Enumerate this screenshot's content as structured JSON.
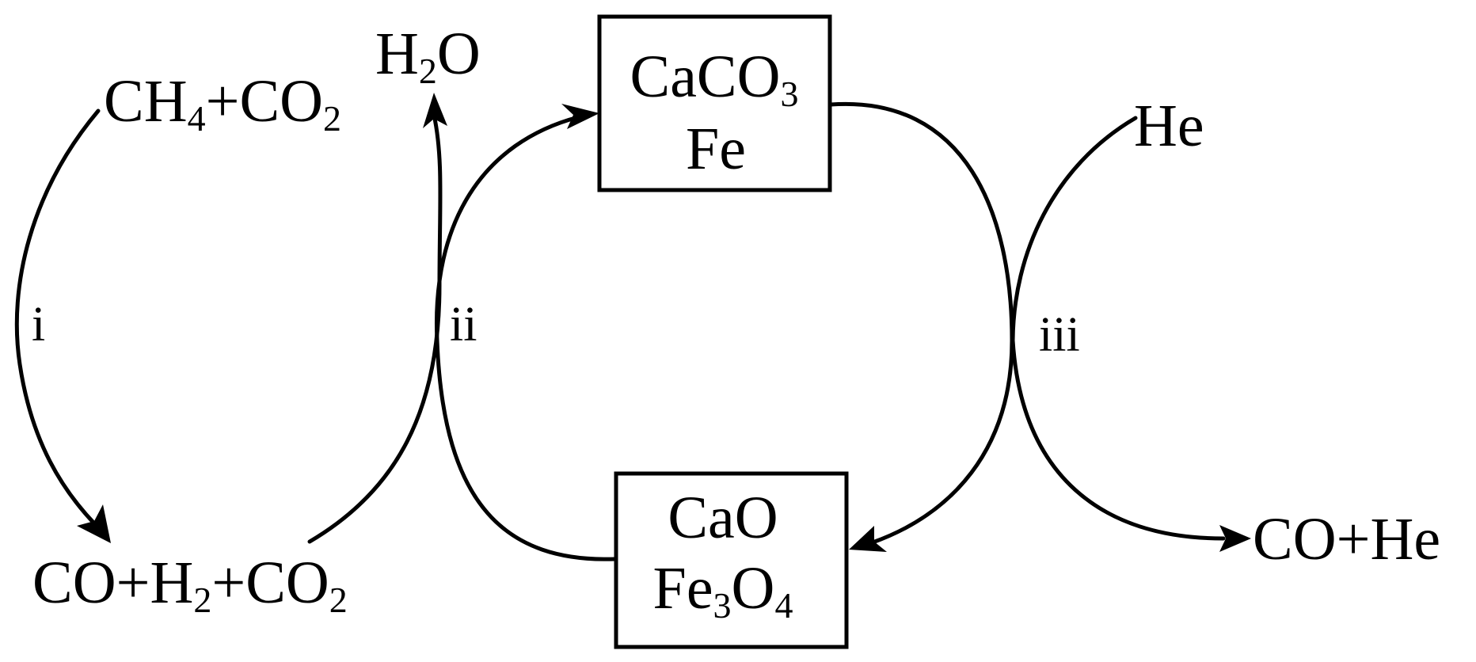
{
  "species": {
    "ch4_co2": {
      "parts": [
        "CH",
        "4",
        "+CO",
        "2"
      ]
    },
    "co_h2_co2": {
      "parts": [
        "CO+H",
        "2",
        "+CO",
        "2"
      ]
    },
    "h2o": {
      "parts": [
        "H",
        "2",
        "O"
      ]
    },
    "he": {
      "text": "He"
    },
    "co_he": {
      "text": "CO+He"
    }
  },
  "boxes": {
    "top": {
      "line1": [
        "CaCO",
        "3"
      ],
      "line2": "Fe"
    },
    "bottom": {
      "line1": "CaO",
      "line2": [
        "Fe",
        "3",
        "O",
        "4"
      ]
    }
  },
  "steps": {
    "i": "i",
    "ii": "ii",
    "iii": "iii"
  }
}
